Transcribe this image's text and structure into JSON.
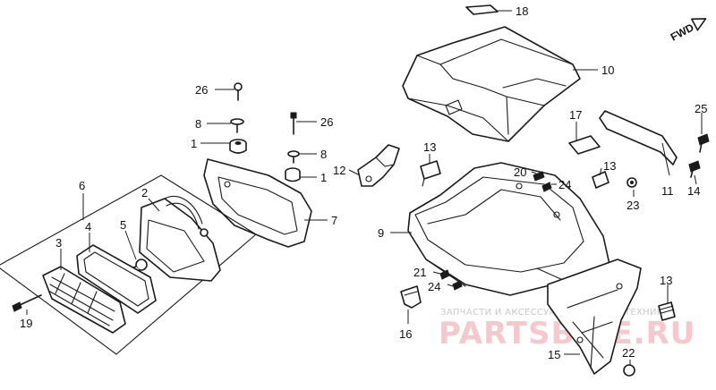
{
  "direction_label": "FWD",
  "watermark": {
    "tagline": "ЗАПЧАСТИ И АКСЕССУАРЫ ДЛЯ МОТОТЕХНИКИ",
    "brand": "PARTSBIKE.RU"
  },
  "callouts": {
    "c18": "18",
    "c10": "10",
    "c26a": "26",
    "c8a": "8",
    "c1a": "1",
    "c26b": "26",
    "c8b": "8",
    "c1b": "1",
    "c6": "6",
    "c2": "2",
    "c7": "7",
    "c12": "12",
    "c13a": "13",
    "c9": "9",
    "c20": "20",
    "c24a": "24",
    "c13b": "13",
    "c17": "17",
    "c11": "11",
    "c23": "23",
    "c25": "25",
    "c14": "14",
    "c3": "3",
    "c4": "4",
    "c5": "5",
    "c19": "19",
    "c21": "21",
    "c24b": "24",
    "c16": "16",
    "c13c": "13",
    "c15": "15",
    "c22": "22"
  }
}
